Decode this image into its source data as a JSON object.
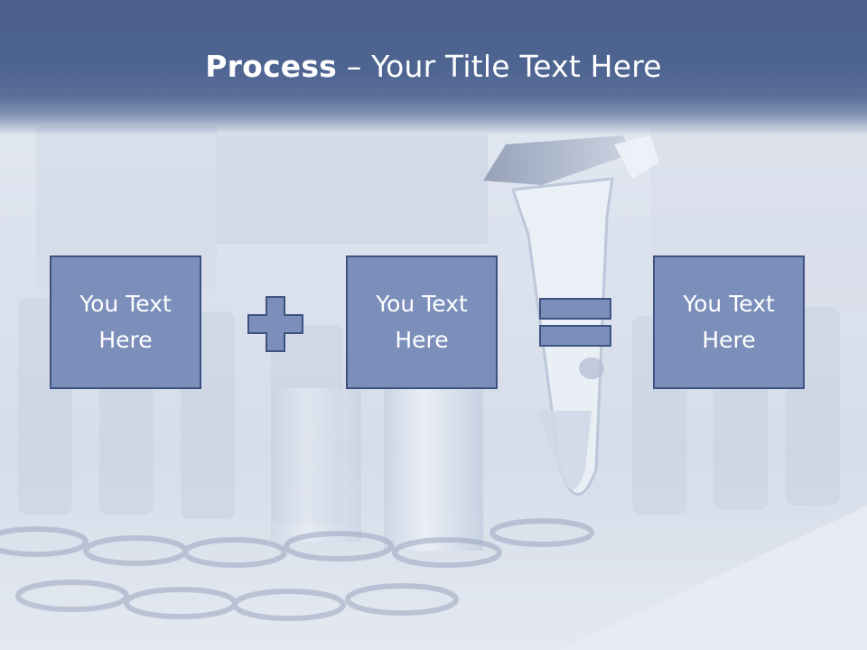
{
  "slide": {
    "title_bold": "Process",
    "title_rest": " – Your Title Text Here",
    "boxes": [
      {
        "text": "You Text Here"
      },
      {
        "text": "You Text Here"
      },
      {
        "text": "You Text Here"
      }
    ],
    "operators": [
      "plus-icon",
      "equals-icon"
    ],
    "colors": {
      "header": "#4e6491",
      "box_fill": "#7b8fba",
      "box_border": "#3d5280",
      "title_text": "#ffffff"
    }
  }
}
